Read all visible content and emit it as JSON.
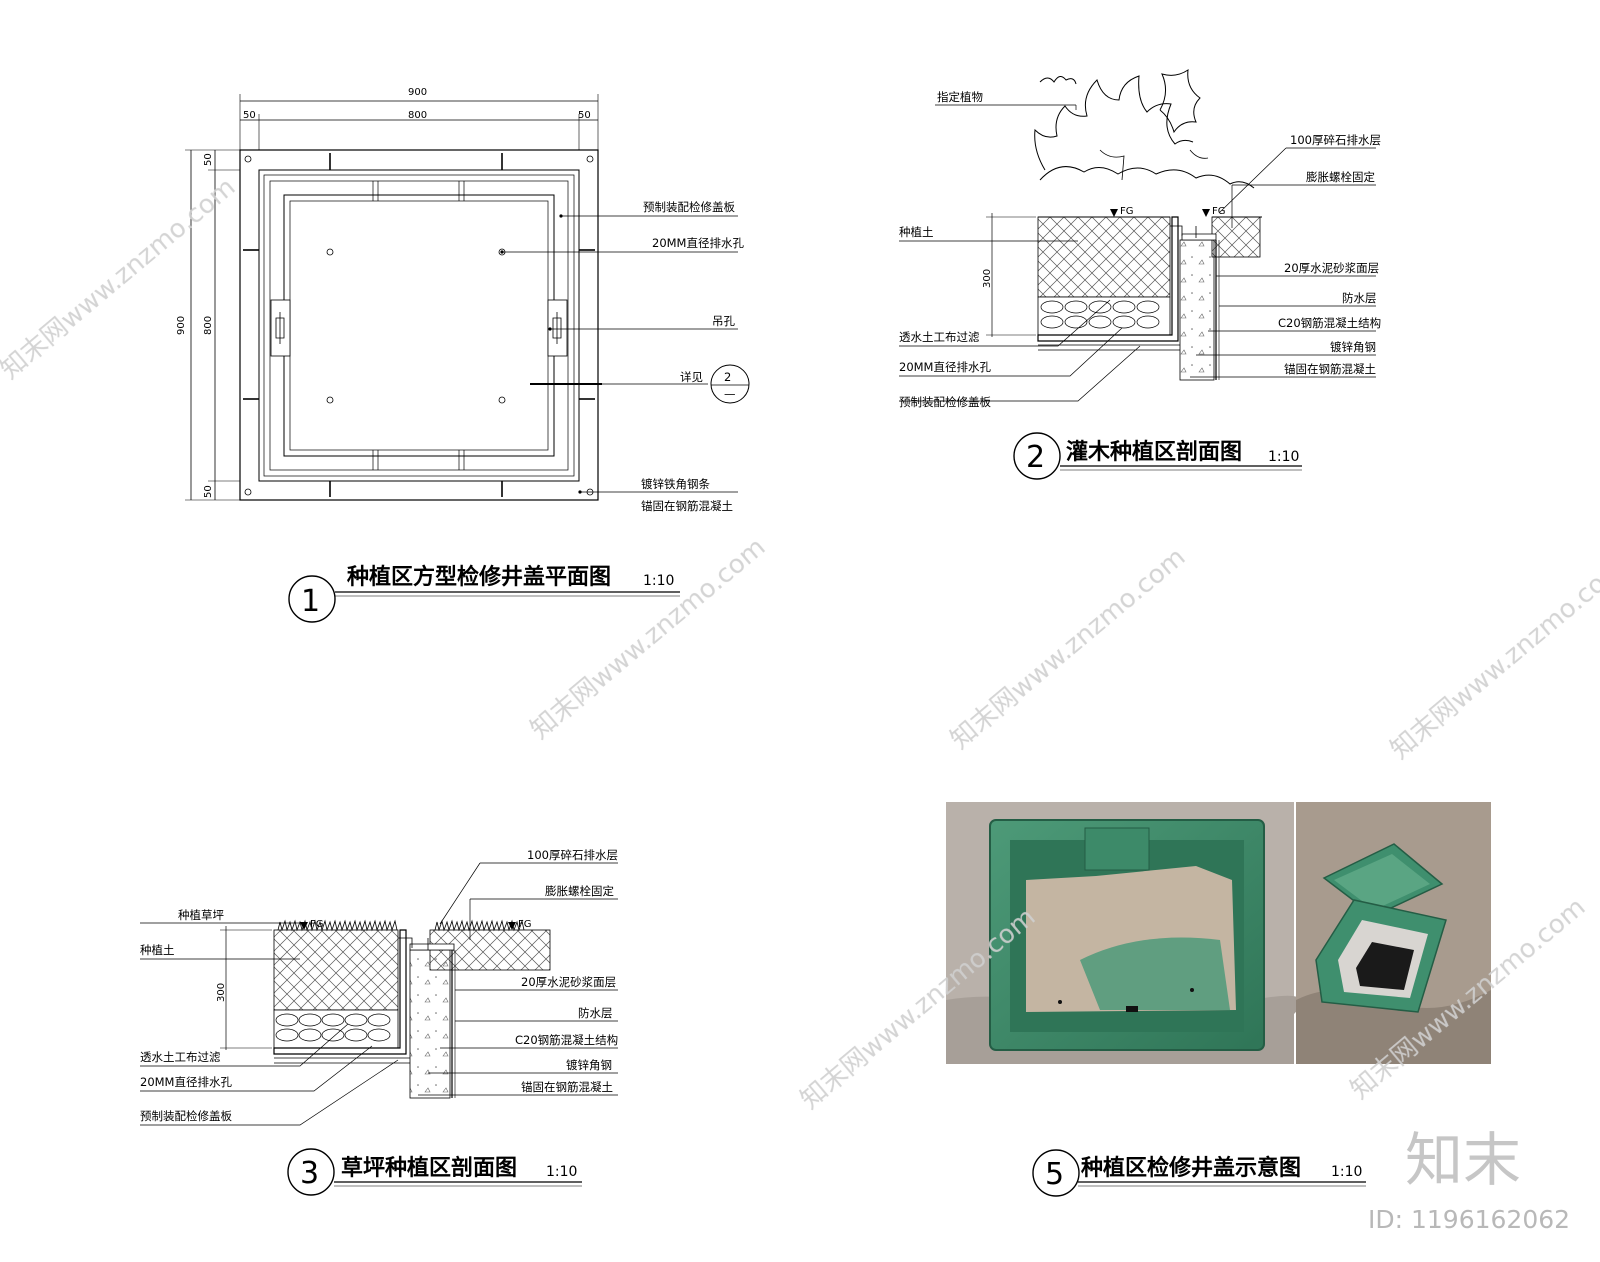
{
  "drawing1": {
    "dims": {
      "total_w": "900",
      "inner_w": "800",
      "side_left": "50",
      "side_right": "50",
      "total_h": "900",
      "inner_h": "800",
      "side_top": "50",
      "side_bottom": "50"
    },
    "labels": [
      "预制装配检修盖板",
      "20MM直径排水孔",
      "吊孔",
      "详见",
      "镀锌铁角钢条",
      "锚固在钢筋混凝土"
    ],
    "ref_top": "2",
    "ref_bottom": "—",
    "number": "1",
    "title": "种植区方型检修井盖平面图",
    "scale": "1:10"
  },
  "drawing2": {
    "left_labels": [
      "指定植物",
      "种植土",
      "透水土工布过滤",
      "20MM直径排水孔",
      "预制装配检修盖板"
    ],
    "right_labels": [
      "100厚碎石排水层",
      "膨胀螺栓固定",
      "20厚水泥砂浆面层",
      "防水层",
      "C20钢筋混凝土结构",
      "镀锌角钢",
      "锚固在钢筋混凝土"
    ],
    "dim": "300",
    "fg": "FG",
    "number": "2",
    "title": "灌木种植区剖面图",
    "scale": "1:10"
  },
  "drawing3": {
    "left_labels": [
      "种植草坪",
      "种植土",
      "透水土工布过滤",
      "20MM直径排水孔",
      "预制装配检修盖板"
    ],
    "right_labels": [
      "100厚碎石排水层",
      "膨胀螺栓固定",
      "20厚水泥砂浆面层",
      "防水层",
      "C20钢筋混凝土结构",
      "镀锌角钢",
      "锚固在钢筋混凝土"
    ],
    "dim": "300",
    "fg": "FG",
    "number": "3",
    "title": "草坪种植区剖面图",
    "scale": "1:10"
  },
  "drawing5": {
    "number": "5",
    "title": "种植区检修井盖示意图",
    "scale": "1:10"
  },
  "watermark": {
    "text": "知末网www.znzmo.com",
    "brand": "知末",
    "id": "ID: 1196162062"
  },
  "colors": {
    "line": "#000000",
    "cover_green": "#3f8f6e",
    "watermark": "#cfcfcf"
  }
}
